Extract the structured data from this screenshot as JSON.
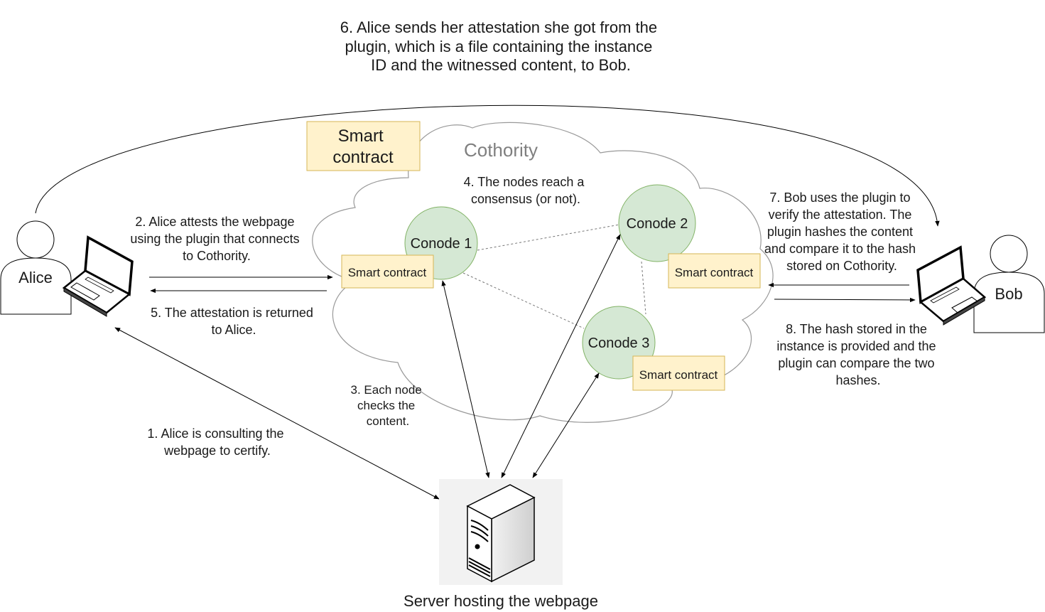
{
  "diagram": {
    "cloud_label": "Cothority",
    "legend_smart_contract": [
      "Smart",
      "contract"
    ],
    "alice_label": "Alice",
    "bob_label": "Bob",
    "server_label": "Server hosting the webpage",
    "nodes": {
      "conode1": "Conode 1",
      "conode2": "Conode 2",
      "conode3": "Conode 3"
    },
    "smart_contract_label": "Smart contract",
    "steps": {
      "step1": [
        "1. Alice is consulting the",
        "webpage to certify."
      ],
      "step2": [
        "2. Alice attests the webpage",
        "using the plugin that connects",
        "to Cothority."
      ],
      "step3": [
        "3. Each node",
        "checks the",
        "content."
      ],
      "step4": [
        "4. The nodes reach a",
        "consensus (or not)."
      ],
      "step5": [
        "5. The attestation is returned",
        "to Alice."
      ],
      "step6": [
        "6. Alice sends her attestation she got from the",
        "plugin, which is a file containing the instance",
        "ID and the witnessed content, to Bob."
      ],
      "step7": [
        "7. Bob uses the plugin to",
        "verify the attestation. The",
        "plugin hashes the content",
        "and compare it to the hash",
        "stored on Cothority."
      ],
      "step8": [
        "8. The hash stored in the",
        "instance is provided and the",
        "plugin can compare the two",
        "hashes."
      ]
    },
    "colors": {
      "node_fill": "#d5e8d4",
      "node_stroke": "#82b366",
      "contract_fill": "#fff2cc",
      "contract_stroke": "#d6b656",
      "line": "#000000",
      "cloud_stroke": "#999999",
      "cloud_text": "#7f7f7f"
    }
  }
}
